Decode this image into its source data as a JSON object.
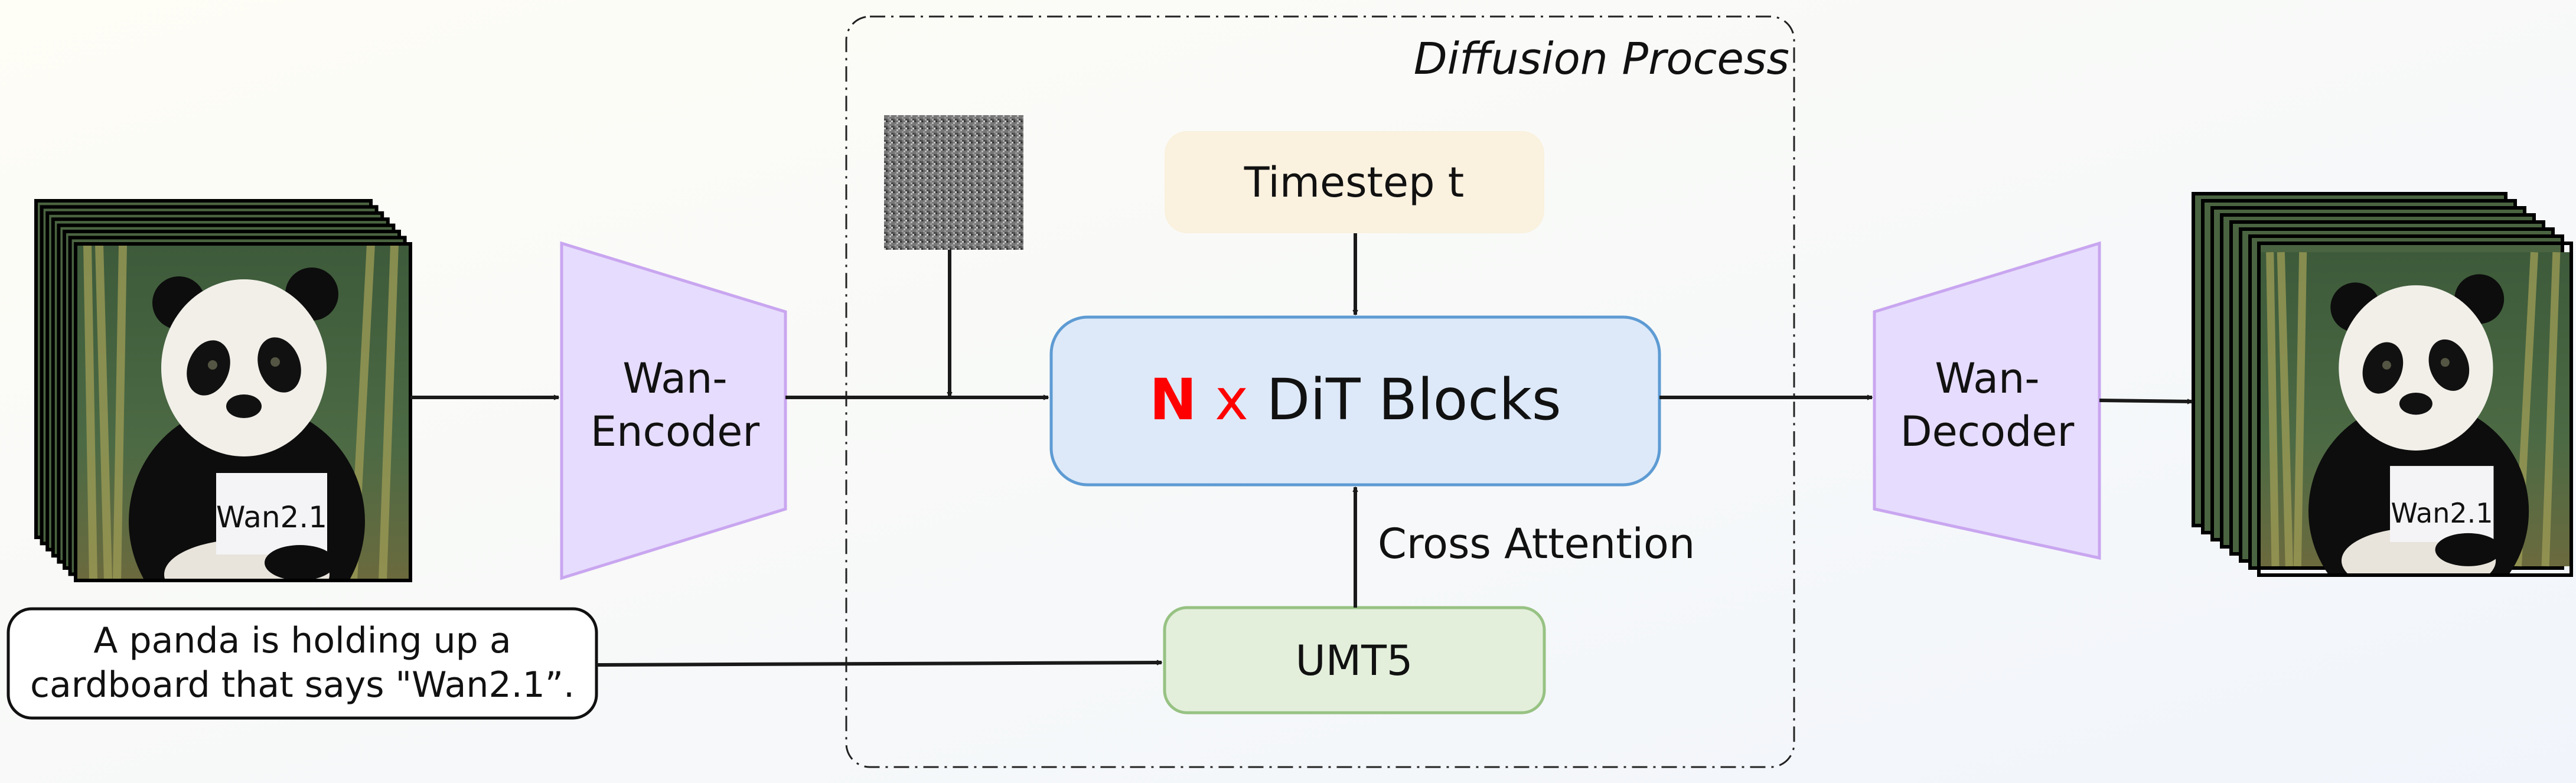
{
  "diagram": {
    "diffusion_label": "Diffusion Process",
    "encoder_line1": "Wan-",
    "encoder_line2": "Encoder",
    "decoder_line1": "Wan-",
    "decoder_line2": "Decoder",
    "timestep_label": "Timestep t",
    "dit_n": "N",
    "dit_x": "x",
    "dit_label": "DiT Blocks",
    "cross_attention_label": "Cross Attention",
    "umt5_label": "UMT5",
    "prompt_line1": "A panda is holding up a",
    "prompt_line2": "cardboard that says \"Wan2.1”.",
    "sign_text": "Wan2.1"
  },
  "colors": {
    "trapezoid_fill": "#e6dcfd",
    "trapezoid_stroke": "#c9a6f0",
    "timestep_fill": "#faf1de",
    "dit_fill": "#dde9f9",
    "dit_stroke": "#5e9bd3",
    "umt5_fill": "#e3efdb",
    "umt5_stroke": "#97c283",
    "accent_red": "#ff0000"
  }
}
